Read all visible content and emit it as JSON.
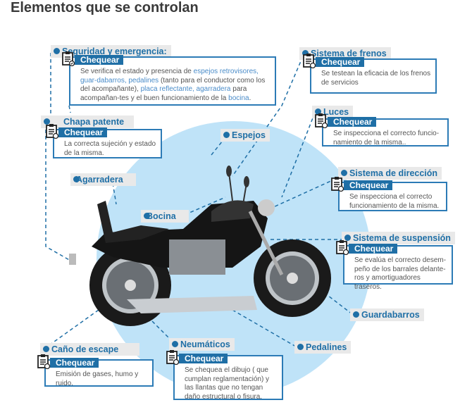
{
  "title": "Elementos que se controlan",
  "check_label": "Chequear",
  "items": {
    "seguridad": {
      "label": "Seguridad y emergencia:",
      "text": [
        {
          "t": "Se verifica el estado y presencia de ",
          "hl": false
        },
        {
          "t": "espejos retrovisores, guar-dabarros, pedalines",
          "hl": true
        },
        {
          "t": " (tanto para el conductor como los del acompañante), ",
          "hl": false
        },
        {
          "t": "placa reflectante, agarradera",
          "hl": true
        },
        {
          "t": " para acompañan-tes y el buen funcionamiento de la ",
          "hl": false
        },
        {
          "t": "bocina",
          "hl": true
        },
        {
          "t": ".",
          "hl": false
        }
      ]
    },
    "frenos": {
      "label": "Sistema de frenos",
      "text": "Se testean la eficacia de los frenos de servicios"
    },
    "luces": {
      "label": "Luces",
      "text": "Se inspecciona el correcto funcio-namiento de la misma.."
    },
    "chapa": {
      "label": "Chapa patente",
      "text": "La correcta sujeción y estado de la misma."
    },
    "espejos": {
      "label": "Espejos"
    },
    "agarradera": {
      "label": "Agarradera"
    },
    "bocina": {
      "label": "Bocina"
    },
    "direccion": {
      "label": "Sistema de dirección",
      "text": "Se inspecciona el correcto funcionamiento de la misma."
    },
    "suspension": {
      "label": "Sistema de suspensión",
      "text": "Se evalúa el correcto desem-peño de los barrales delante-ros y amortiguadores traseros."
    },
    "guardabarros": {
      "label": "Guardabarros"
    },
    "pedalines": {
      "label": "Pedalines"
    },
    "escape": {
      "label": "Caño de escape",
      "text": "Emisión de gases, humo y ruido."
    },
    "neumaticos": {
      "label": "Neumáticos",
      "text": "Se chequea el dibujo ( que cumplan reglamentación) y las llantas que no tengan daño estructural o fisura."
    }
  }
}
